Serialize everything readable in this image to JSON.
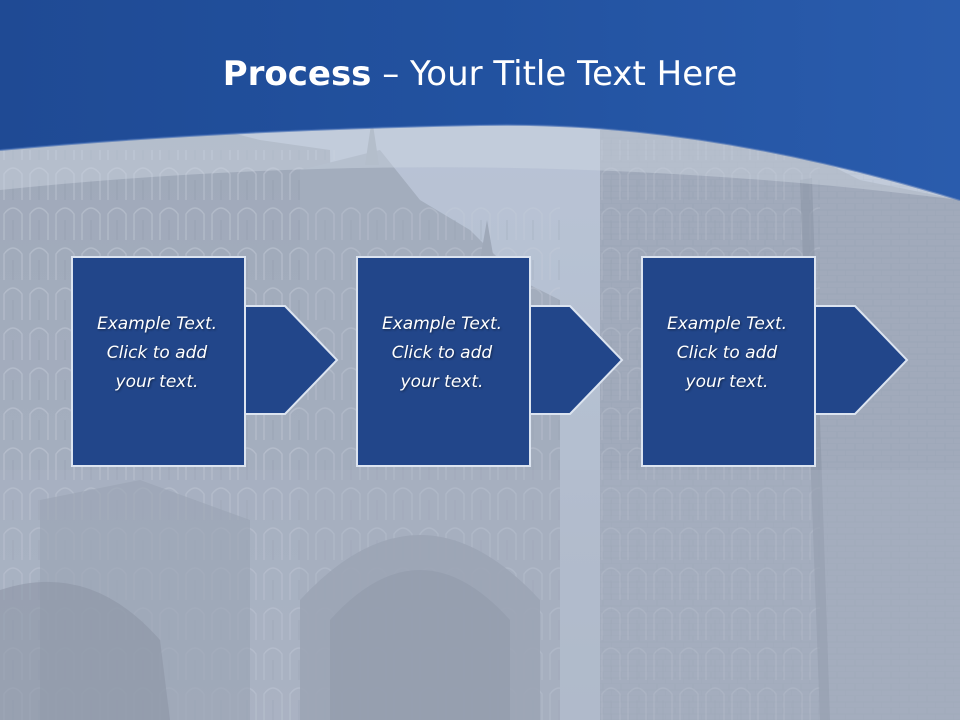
{
  "slide": {
    "title_bold": "Process",
    "title_rest": " – Your Title Text Here"
  },
  "steps": [
    {
      "line1": "Example Text.",
      "line2": "Click  to add",
      "line3": "your text."
    },
    {
      "line1": "Example Text.",
      "line2": "Click  to add",
      "line3": "your text."
    },
    {
      "line1": "Example Text.",
      "line2": "Click  to add",
      "line3": "your text."
    }
  ],
  "colors": {
    "banner": "#23509c",
    "box_fill": "#22468a",
    "box_border": "#dce4f0",
    "text": "#ffffff"
  }
}
